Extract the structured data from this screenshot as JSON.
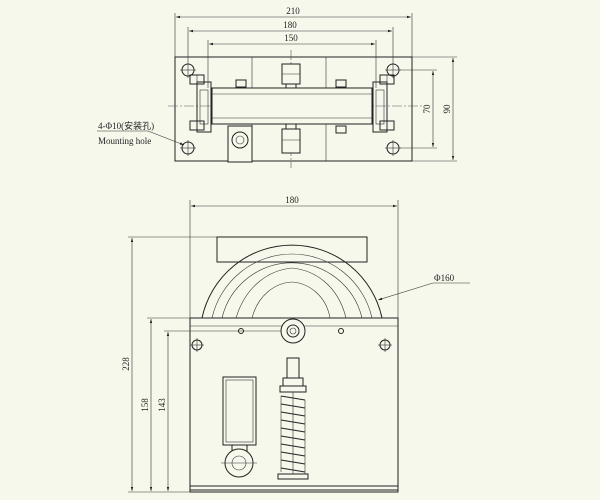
{
  "top_view": {
    "dim_overall_width": "210",
    "dim_hole_spacing": "180",
    "dim_inner_width": "150",
    "dim_hole_spacing_vertical": "70",
    "dim_overall_height": "90",
    "mounting_note_cn": "4-Φ10(安装孔)",
    "mounting_note_en": "Mounting hole"
  },
  "front_view": {
    "dim_width": "180",
    "dim_wheel_diameter": "Φ160",
    "dim_total_height": "228",
    "dim_frame_height": "158",
    "dim_axle_height": "143"
  }
}
